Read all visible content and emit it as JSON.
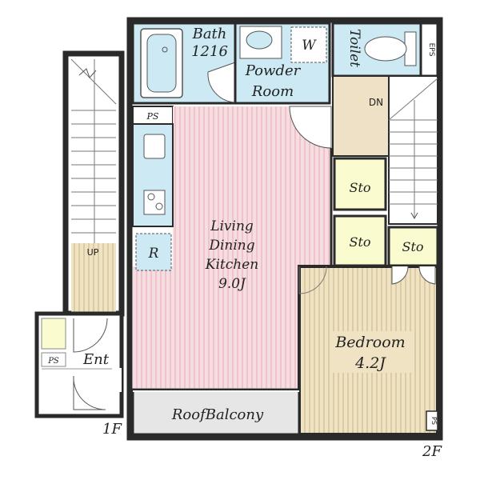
{
  "floorplan": {
    "rooms": {
      "bath": [
        "Bath",
        "1216"
      ],
      "powder": [
        "Powder",
        "Room"
      ],
      "washer": "W",
      "toilet": "Toilet",
      "eps": "EPS",
      "ps_top": "PS",
      "dn": "DN",
      "ldk": [
        "Living",
        "Dining",
        "Kitchen",
        "9.0J"
      ],
      "fridge": "R",
      "sto1": "Sto",
      "sto2": "Sto",
      "sto3": "Sto",
      "bedroom": [
        "Bedroom",
        "4.2J"
      ],
      "balcony": "RoofBalcony",
      "ps_bed": "PS",
      "up": "UP",
      "entrance": "Ent",
      "ps_ent": "PS"
    },
    "floors": {
      "first": "1F",
      "second": "2F"
    },
    "colors": {
      "wet_area": "#cde9f3",
      "ldk_floor": "#f6dde1",
      "ldk_stripe": "#e6a9b3",
      "wood_floor": "#efe3c4",
      "wood_stripe": "#c9b685",
      "storage": "#fbfbd0",
      "balcony": "#e6e6e6",
      "hall": "#eee1c6",
      "wall": "#2a2a2a"
    }
  }
}
